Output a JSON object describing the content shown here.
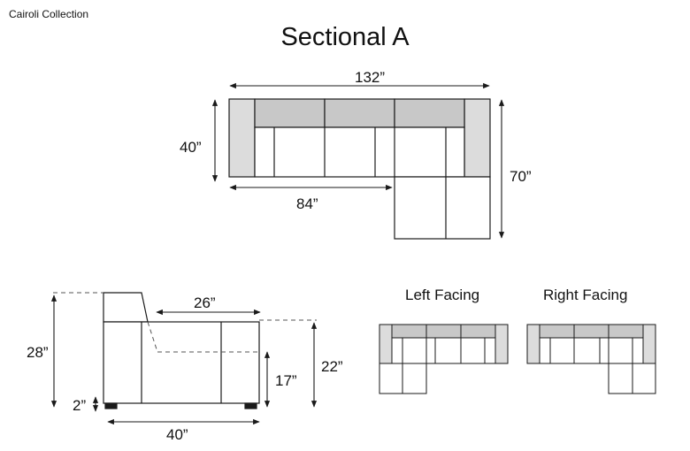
{
  "header": {
    "brand": "Cairoli Collection",
    "title": "Sectional A"
  },
  "top_view": {
    "overall_width": "132”",
    "depth": "40”",
    "sofa_length": "84”",
    "chaise_length": "70”"
  },
  "side_view": {
    "seat_depth": "26”",
    "back_height": "28”",
    "leg_height": "2”",
    "seat_height": "17”",
    "arm_height": "22”",
    "depth": "40”"
  },
  "orientations": {
    "left_label": "Left Facing",
    "right_label": "Right Facing"
  },
  "colors": {
    "line": "#1a1a1a",
    "cushion_fill": "#c8c8c8",
    "arm_fill": "#dcdcdc",
    "dashed": "#555555"
  }
}
